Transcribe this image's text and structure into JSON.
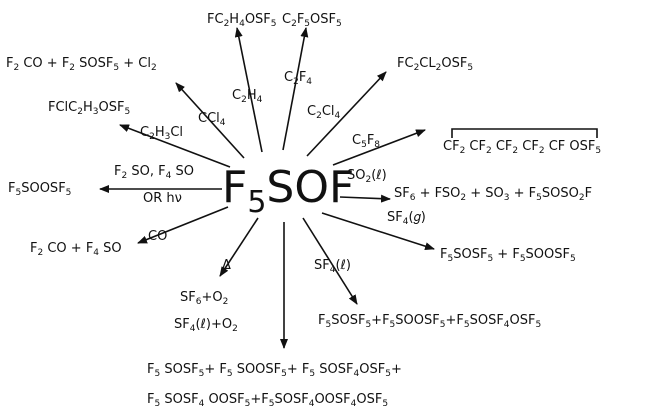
{
  "reagent_center": "F5SOF",
  "products": {
    "fc2h4osf5": "FC2H4OSF5",
    "c2f5osf5": "C2F5OSF5",
    "f2co_f2sosf5_cl2": "F2CO+F2SOSF5+Cl2",
    "fc2cl2osf5": "FC2Cl2OSF5",
    "fclc2h3osf5": "FClC2H3OSF5",
    "cyclo_c5f9osf5": "CF2CF2CF2CF2CFOSF5",
    "f5soosf5": "F5SOOSF5",
    "sf6_mix": "SF6 + FSO2 + SO3 + F5SOSO2F",
    "f2co_f4so": "F2CO + F4 SO",
    "f5sosf5_f5soosf5": "F5SOSF5 + F5SOOSF5",
    "sf6_o2": "SF6+O2",
    "f5sosf5_three": "F5SOSF5+F5SOOSF5+F5SOSF4OSF5",
    "bottom_line1": "F5 SOSF5+ F5 SOOSF5+ F5 SOSF4OSF5+",
    "bottom_line2": "F5 SOSF4 OOSF5+F5SOSF4OOSF4OSF5"
  },
  "reagents": {
    "c2h4": "C2H4",
    "c2f4": "C2F4",
    "ccl4": "CCl4",
    "c2cl4": "C2Cl4",
    "c5f8": "C5F8",
    "c2h3cl": "C2H3Cl",
    "f2so_f4so": "F2 SO, F4 SO",
    "or_hv": "OR hν",
    "so2_l": "SO2(ℓ)",
    "sf4_g": "SF4(g)",
    "co": "CO",
    "heat": "Δ",
    "sf4_l": "SF4(ℓ)",
    "sf4_l_o2": "SF4(ℓ)+O2"
  }
}
